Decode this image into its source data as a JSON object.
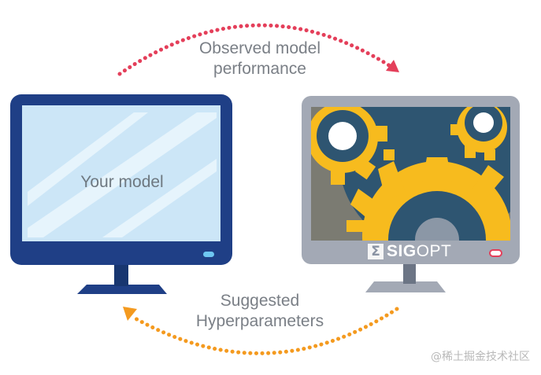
{
  "diagram": {
    "top_arrow_label_line1": "Observed model",
    "top_arrow_label_line2": "performance",
    "bottom_arrow_label_line1": "Suggested",
    "bottom_arrow_label_line2": "Hyperparameters",
    "left_monitor": {
      "screen_text": "Your model"
    },
    "right_monitor": {
      "logo_symbol": "Σ",
      "logo_bold": "SIG",
      "logo_light": "OPT"
    },
    "watermark": "@稀土掘金技术社区",
    "colors": {
      "top_arrow": "#e43f5a",
      "bottom_arrow": "#f49a1f",
      "left_monitor_frame": "#1f3f86",
      "left_screen": "#cce6f7",
      "right_monitor_frame": "#a3a9b5",
      "gear_yellow": "#f7bb1e",
      "gear_bg": "#2e5571"
    }
  }
}
